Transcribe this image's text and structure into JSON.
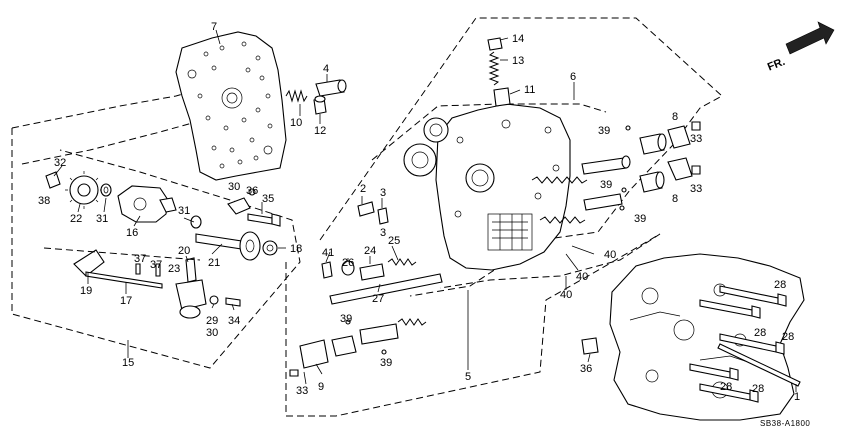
{
  "diagram": {
    "direction_label": "FR.",
    "drawing_code": "SB38-A1800",
    "callouts": [
      {
        "id": "c1",
        "text": "1"
      },
      {
        "id": "c2",
        "text": "2"
      },
      {
        "id": "c3a",
        "text": "3"
      },
      {
        "id": "c3b",
        "text": "3"
      },
      {
        "id": "c4",
        "text": "4"
      },
      {
        "id": "c5",
        "text": "5"
      },
      {
        "id": "c6",
        "text": "6"
      },
      {
        "id": "c7",
        "text": "7"
      },
      {
        "id": "c8a",
        "text": "8"
      },
      {
        "id": "c8b",
        "text": "8"
      },
      {
        "id": "c9",
        "text": "9"
      },
      {
        "id": "c10",
        "text": "10"
      },
      {
        "id": "c11",
        "text": "11"
      },
      {
        "id": "c12",
        "text": "12"
      },
      {
        "id": "c13",
        "text": "13"
      },
      {
        "id": "c14",
        "text": "14"
      },
      {
        "id": "c15",
        "text": "15"
      },
      {
        "id": "c16",
        "text": "16"
      },
      {
        "id": "c17",
        "text": "17"
      },
      {
        "id": "c18",
        "text": "18"
      },
      {
        "id": "c19",
        "text": "19"
      },
      {
        "id": "c20",
        "text": "20"
      },
      {
        "id": "c21",
        "text": "21"
      },
      {
        "id": "c22",
        "text": "22"
      },
      {
        "id": "c23",
        "text": "23"
      },
      {
        "id": "c24",
        "text": "24"
      },
      {
        "id": "c25",
        "text": "25"
      },
      {
        "id": "c26",
        "text": "26"
      },
      {
        "id": "c27",
        "text": "27"
      },
      {
        "id": "c28a",
        "text": "28"
      },
      {
        "id": "c28b",
        "text": "28"
      },
      {
        "id": "c28c",
        "text": "28"
      },
      {
        "id": "c28d",
        "text": "28"
      },
      {
        "id": "c28e",
        "text": "28"
      },
      {
        "id": "c29",
        "text": "29"
      },
      {
        "id": "c30a",
        "text": "30"
      },
      {
        "id": "c30b",
        "text": "30"
      },
      {
        "id": "c31a",
        "text": "31"
      },
      {
        "id": "c31b",
        "text": "31"
      },
      {
        "id": "c32",
        "text": "32"
      },
      {
        "id": "c33a",
        "text": "33"
      },
      {
        "id": "c33b",
        "text": "33"
      },
      {
        "id": "c33c",
        "text": "33"
      },
      {
        "id": "c34",
        "text": "34"
      },
      {
        "id": "c35",
        "text": "35"
      },
      {
        "id": "c36a",
        "text": "36"
      },
      {
        "id": "c36b",
        "text": "36"
      },
      {
        "id": "c37a",
        "text": "37"
      },
      {
        "id": "c37b",
        "text": "37"
      },
      {
        "id": "c38",
        "text": "38"
      },
      {
        "id": "c39a",
        "text": "39"
      },
      {
        "id": "c39b",
        "text": "39"
      },
      {
        "id": "c39c",
        "text": "39"
      },
      {
        "id": "c39d",
        "text": "39"
      },
      {
        "id": "c39e",
        "text": "39"
      },
      {
        "id": "c40a",
        "text": "40"
      },
      {
        "id": "c40b",
        "text": "40"
      },
      {
        "id": "c40c",
        "text": "40"
      },
      {
        "id": "c41",
        "text": "41"
      }
    ]
  }
}
